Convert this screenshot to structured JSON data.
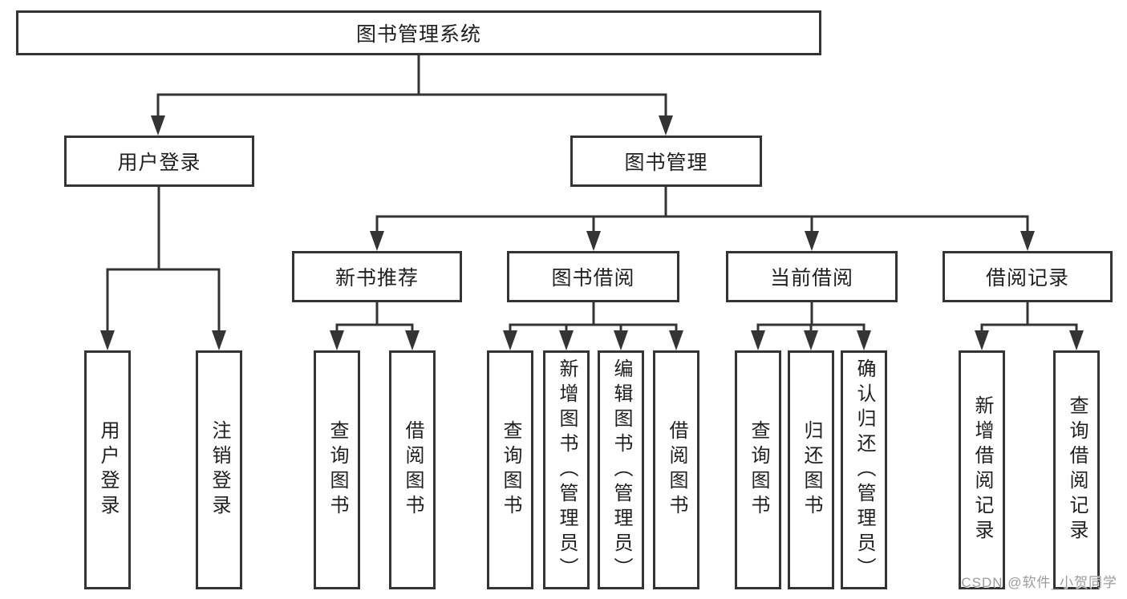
{
  "nodes": {
    "root": "图书管理系统",
    "user_login": "用户登录",
    "book_mgmt": "图书管理",
    "new_rec": "新书推荐",
    "book_borrow": "图书借阅",
    "current_borrow": "当前借阅",
    "borrow_records": "借阅记录"
  },
  "leaves": {
    "user_login": [
      "用户登录",
      "注销登录"
    ],
    "new_rec": [
      "查询图书",
      "借阅图书"
    ],
    "book_borrow": [
      "查询图书",
      "新增图书（管理员）",
      "编辑图书（管理员）",
      "借阅图书"
    ],
    "current_borrow": [
      "查询图书",
      "归还图书",
      "确认归还（管理员）"
    ],
    "borrow_records": [
      "新增借阅记录",
      "查询借阅记录"
    ]
  },
  "watermark": "CSDN @软件_小贺同学",
  "colors": {
    "line": "#343434",
    "border": "#343434",
    "text": "#1f1f1f",
    "watermark": "#9c9c9c",
    "background": "#ffffff"
  }
}
